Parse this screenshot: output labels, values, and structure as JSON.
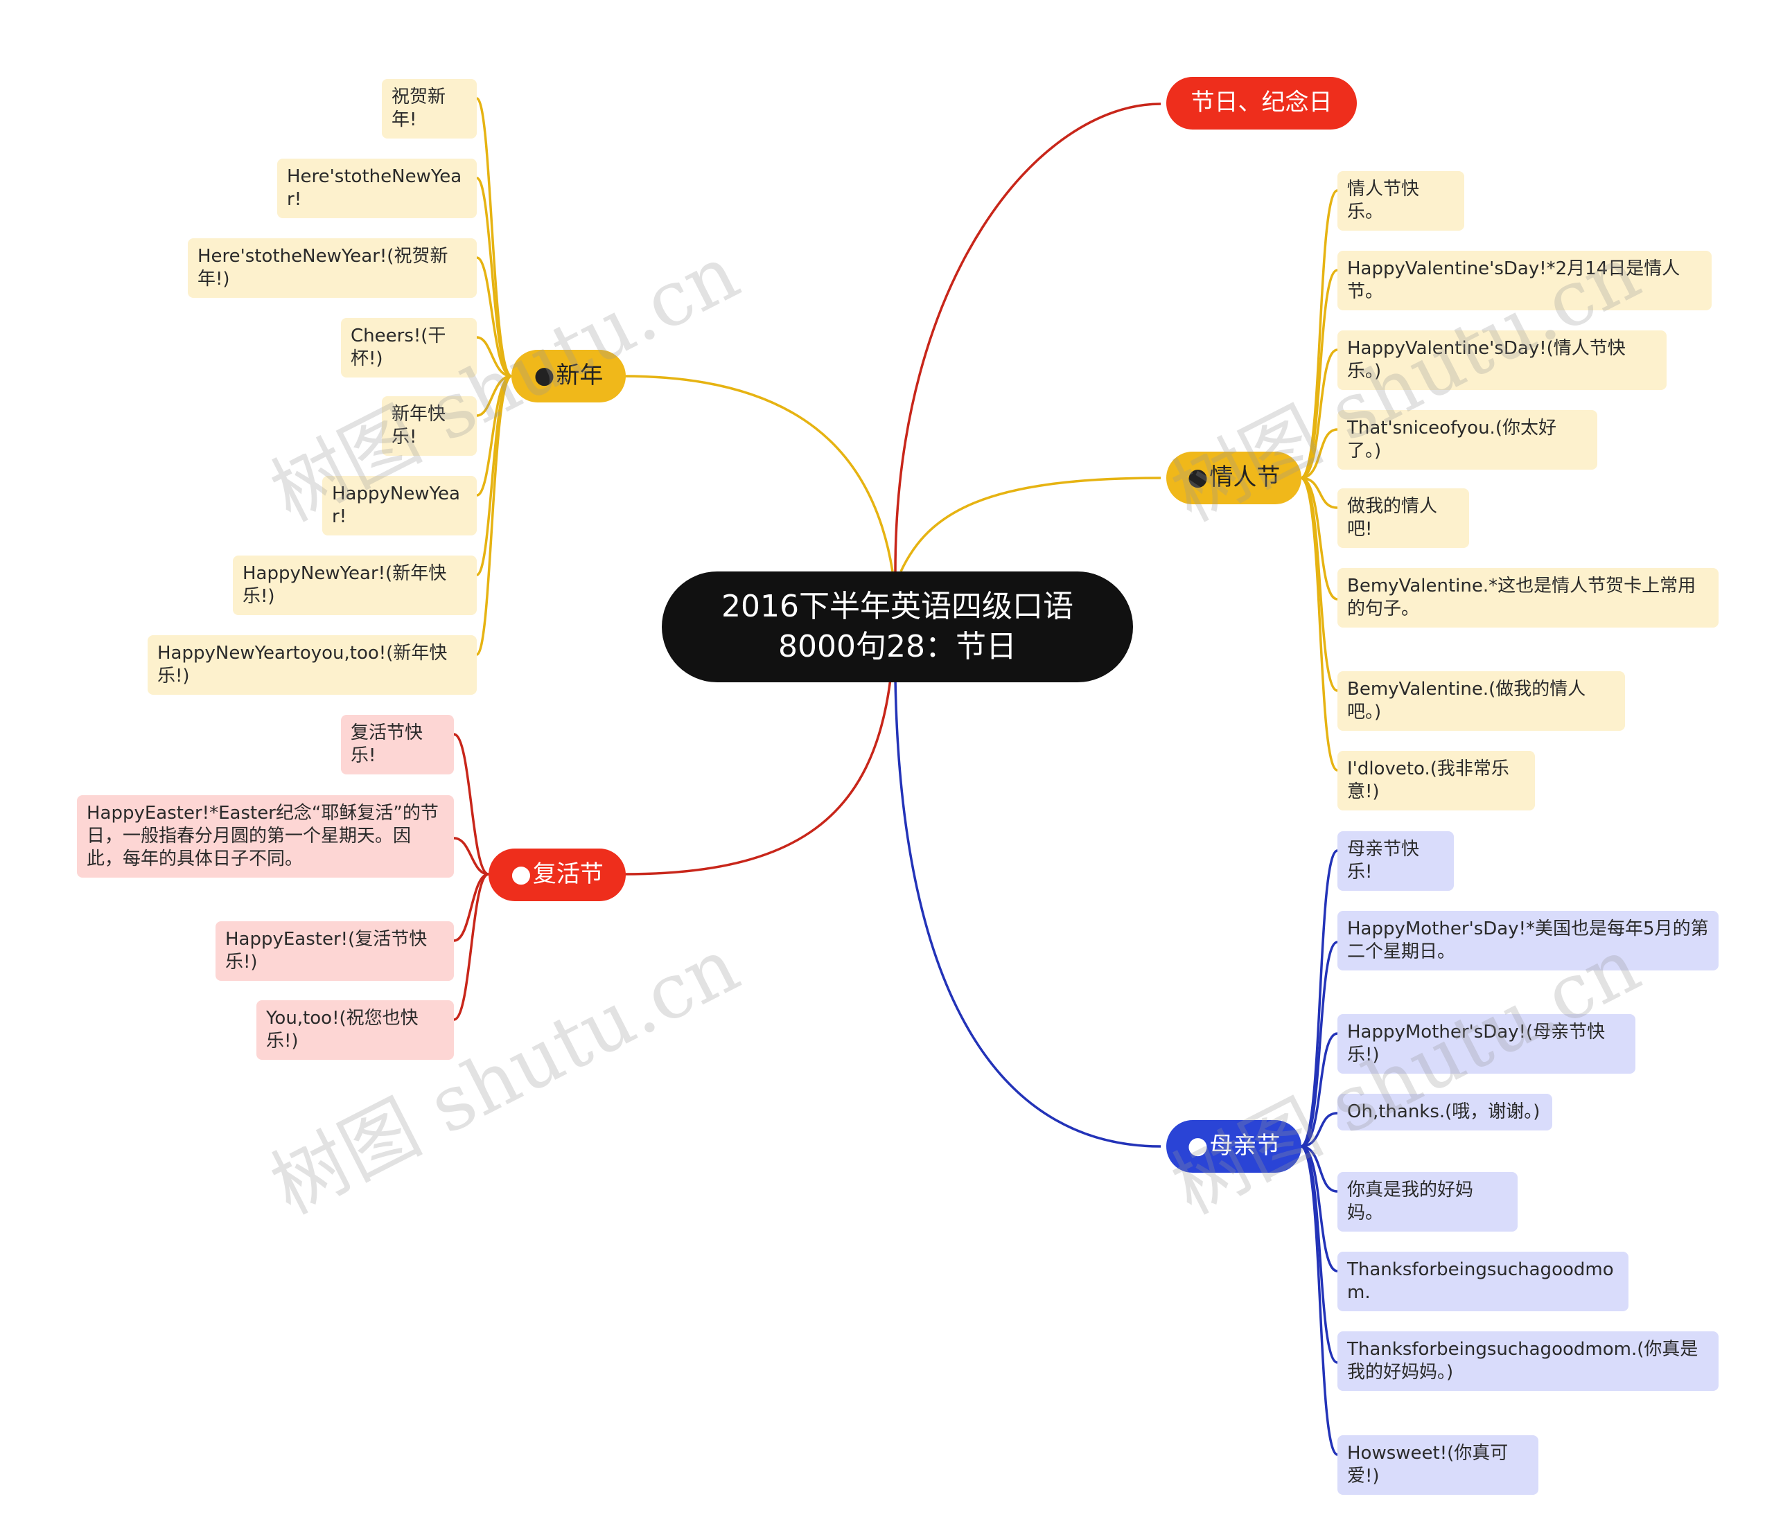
{
  "colors": {
    "yellow": "#e6b312",
    "red": "#c8261a",
    "blue": "#2333b8",
    "center_bg": "#111111"
  },
  "center": {
    "line1": "2016下半年英语四级口语",
    "line2": "8000句28：节日"
  },
  "branches": {
    "jieri": {
      "label": "节日、纪念日"
    },
    "xinnian": {
      "label": "新年",
      "items": [
        "祝贺新年!",
        "Here'stotheNewYear!",
        "Here'stotheNewYear!(祝贺新年!)",
        "Cheers!(干杯!)",
        "新年快乐!",
        "HappyNewYear!",
        "HappyNewYear!(新年快乐!)",
        "HappyNewYeartoyou,too!(新年快乐!)"
      ]
    },
    "fuhuojie": {
      "label": "复活节",
      "items": [
        "复活节快乐!",
        "HappyEaster!*Easter纪念“耶稣复活”的节日，一般指春分月圆的第一个星期天。因此，每年的具体日子不同。",
        "HappyEaster!(复活节快乐!)",
        "You,too!(祝您也快乐!)"
      ]
    },
    "qingrenjie": {
      "label": "情人节",
      "items": [
        "情人节快乐。",
        "HappyValentine'sDay!*2月14日是情人节。",
        "HappyValentine'sDay!(情人节快乐。)",
        "That'sniceofyou.(你太好了。)",
        "做我的情人吧!",
        "BemyValentine.*这也是情人节贺卡上常用的句子。",
        "BemyValentine.(做我的情人吧。)",
        "I'dloveto.(我非常乐意!)"
      ]
    },
    "muqinjie": {
      "label": "母亲节",
      "items": [
        "母亲节快乐!",
        "HappyMother'sDay!*美国也是每年5月的第二个星期日。",
        "HappyMother'sDay!(母亲节快乐!)",
        "Oh,thanks.(哦，谢谢。)",
        "你真是我的好妈妈。",
        "Thanksforbeingsuchagoodmom.",
        "Thanksforbeingsuchagoodmom.(你真是我的好妈妈。)",
        "Howsweet!(你真可爱!)"
      ]
    }
  },
  "watermark": "树图 shutu.cn"
}
